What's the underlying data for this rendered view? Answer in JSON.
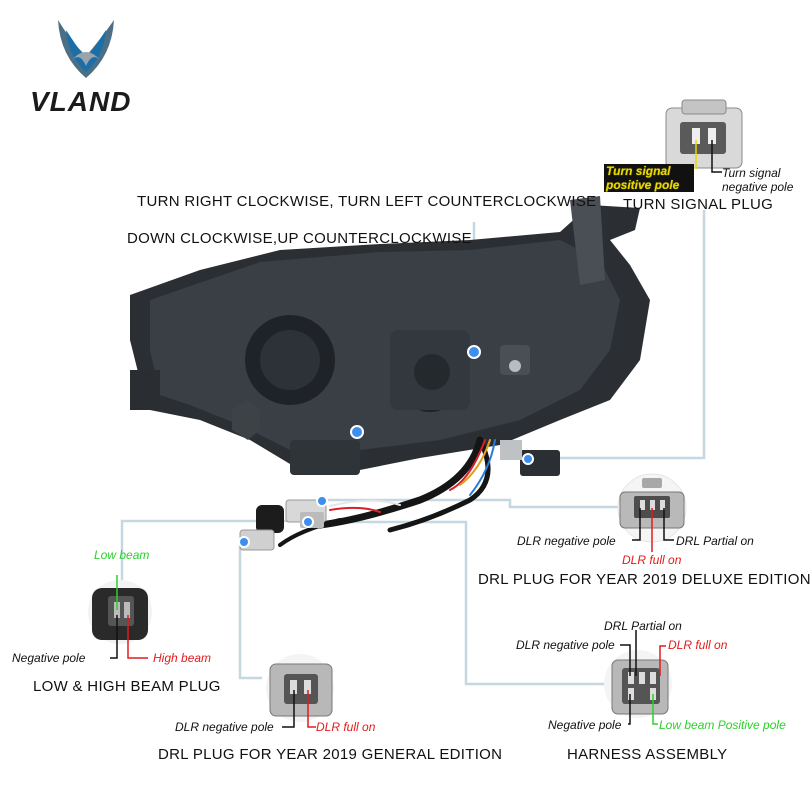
{
  "brand": {
    "name": "VLAND"
  },
  "colors": {
    "line": "#c6d7e2",
    "dot": "#3c8ef0",
    "positive_yellow": "#e8d800",
    "red": "#e41b1b",
    "green": "#2bd12b",
    "black": "#111111"
  },
  "captions": {
    "turn_adjust": "TURN RIGHT CLOCKWISE, TURN LEFT COUNTERCLOCKWISE",
    "height_adjust": "DOWN CLOCKWISE,UP COUNTERCLOCKWISE",
    "turn_signal_plug": "TURN SIGNAL PLUG",
    "drl_deluxe": "DRL PLUG FOR YEAR 2019 DELUXE EDITION",
    "low_high_plug": "LOW & HIGH BEAM PLUG",
    "drl_general": "DRL PLUG FOR YEAR 2019 GENERAL EDITION",
    "harness": "HARNESS ASSEMBLY"
  },
  "turn_signal": {
    "positive": "Turn signal positive pole",
    "negative": "Turn signal negative pole"
  },
  "drl_deluxe": {
    "negative": "DLR negative pole",
    "full": "DLR full on",
    "partial": "DRL Partial on"
  },
  "beam_plug": {
    "low": "Low beam",
    "negative": "Negative pole",
    "high": "High beam"
  },
  "drl_general": {
    "negative": "DLR negative pole",
    "full": "DLR full on"
  },
  "harness": {
    "partial": "DRL Partial on",
    "dlr_negative": "DLR negative pole",
    "full": "DLR full on",
    "negative": "Negative pole",
    "low_positive": "Low beam Positive pole"
  }
}
